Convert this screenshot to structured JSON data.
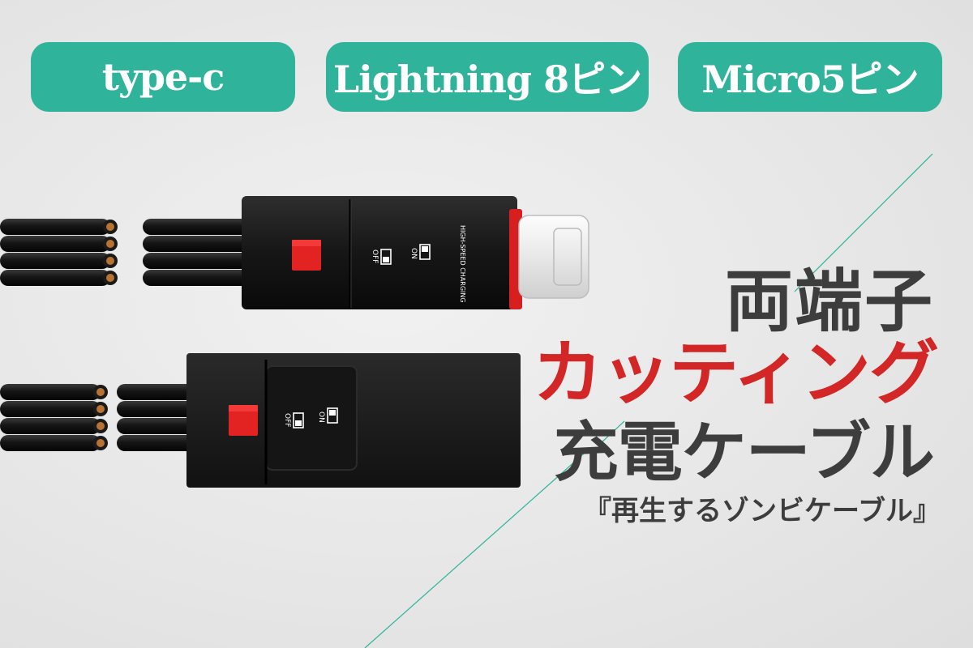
{
  "badges": [
    {
      "label": "type-c"
    },
    {
      "label": "Lightning 8ピン"
    },
    {
      "label": "Micro5ピン"
    }
  ],
  "headline": {
    "line1": "両端子",
    "line2": "カッティング",
    "line3": "充電ケーブル",
    "line4": "『再生するゾンビケーブル』"
  },
  "device": {
    "label_brand": "HIGH-SPEED CHARGING",
    "switch_on": "ON",
    "switch_off": "OFF"
  },
  "colors": {
    "badge": "#2fb39a",
    "accent_red": "#d32626",
    "text_dark": "#3d3d3d",
    "cable_black": "#1b1b1b",
    "wire_copper": "#b87333"
  }
}
